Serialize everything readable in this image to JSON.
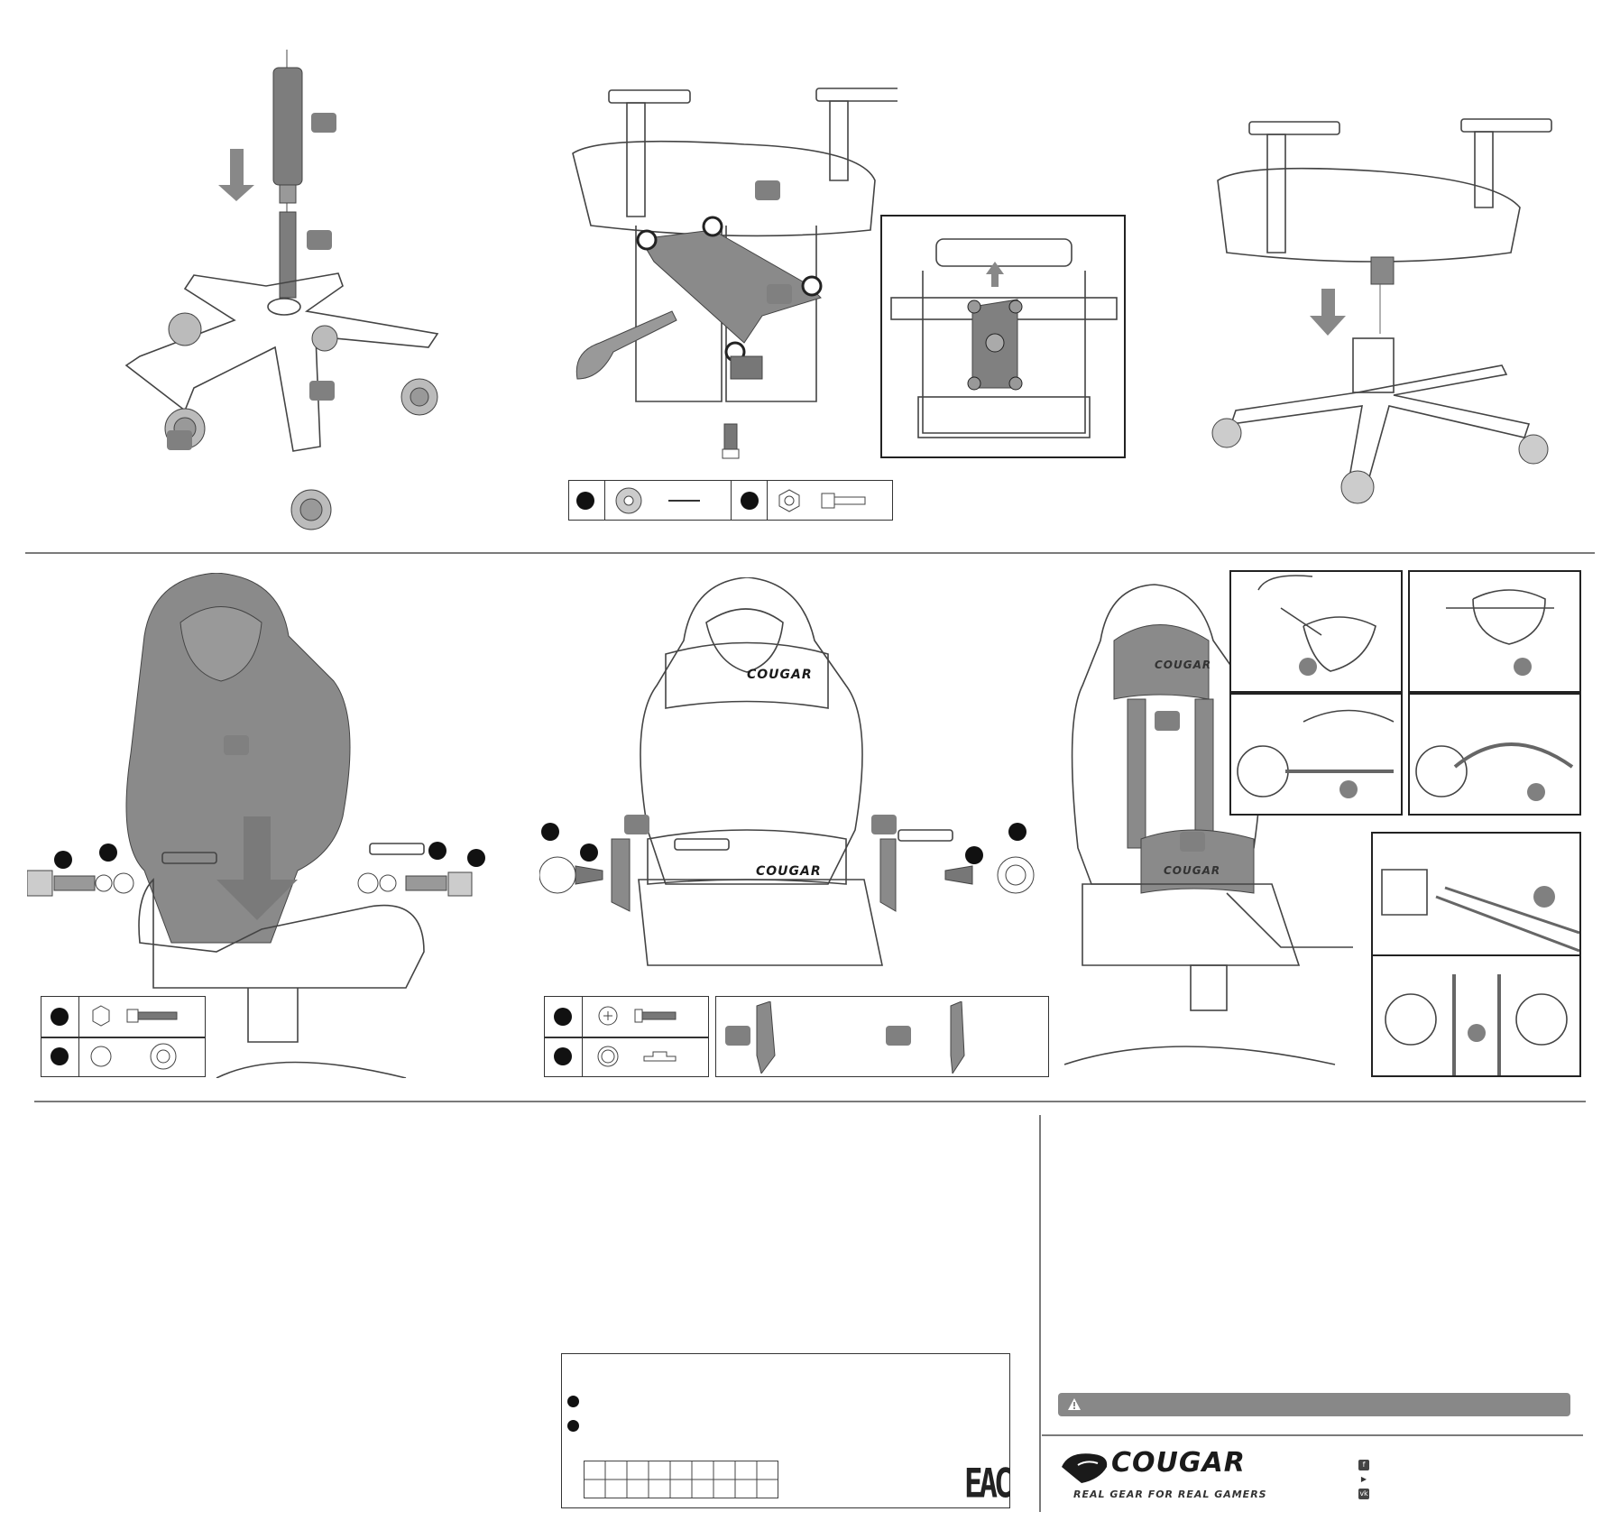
{
  "brand": {
    "name": "COUGAR",
    "tagline": "REAL GEAR FOR REAL GAMERS"
  },
  "certification": {
    "mark": "EAC"
  },
  "chair_branding": {
    "pillow_logo": "COUGAR",
    "lumbar_logo": "COUGAR",
    "backrest_logo": "COUGAR"
  },
  "warning": {
    "icon": "warning-triangle-icon"
  },
  "social_icons": [
    "facebook-icon",
    "youtube-icon",
    "vk-icon"
  ],
  "colors": {
    "accent_grey": "#808080",
    "line": "#444444"
  }
}
